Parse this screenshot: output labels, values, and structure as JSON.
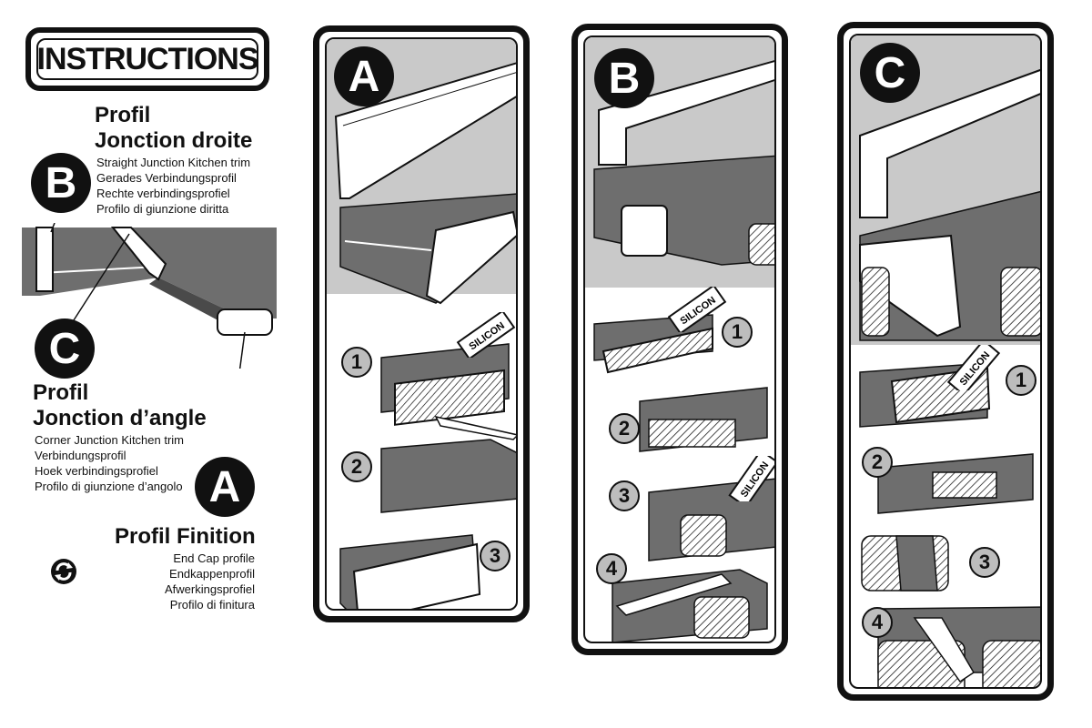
{
  "header": {
    "title": "INSTRUCTIONS"
  },
  "legend": {
    "straight": {
      "badge": "B",
      "title_line1": "Profil",
      "title_line2": "Jonction droite",
      "translations": [
        "Straight Junction Kitchen trim",
        "Gerades Verbindungsprofil",
        "Rechte verbindingsprofiel",
        "Profilo di giunzione diritta"
      ]
    },
    "corner": {
      "badge": "C",
      "title_line1": "Profil",
      "title_line2": "Jonction d’angle",
      "translations": [
        "Corner Junction Kitchen trim",
        "Verbindungsprofil",
        "Hoek verbindingsprofiel",
        "Profilo di giunzione d’angolo"
      ]
    },
    "endcap": {
      "badge": "A",
      "title": "Profil Finition",
      "translations": [
        "End Cap profile",
        "Endkappenprofil",
        "Afwerkingsprofiel",
        "Profilo di finitura"
      ]
    },
    "recycle_icon": "recycle-icon"
  },
  "panels": {
    "a": {
      "letter": "A",
      "steps": [
        "1",
        "2",
        "3"
      ],
      "silicon": "SILICON"
    },
    "b": {
      "letter": "B",
      "steps": [
        "1",
        "2",
        "3",
        "4"
      ],
      "silicon": "SILICON"
    },
    "c": {
      "letter": "C",
      "steps": [
        "1",
        "2",
        "3",
        "4"
      ],
      "silicon": "SILICON"
    }
  },
  "colors": {
    "ink": "#111111",
    "worktop": "#6e6e6e",
    "panel_gray": "#c9c9c9",
    "step_gray": "#bdbdbd"
  }
}
